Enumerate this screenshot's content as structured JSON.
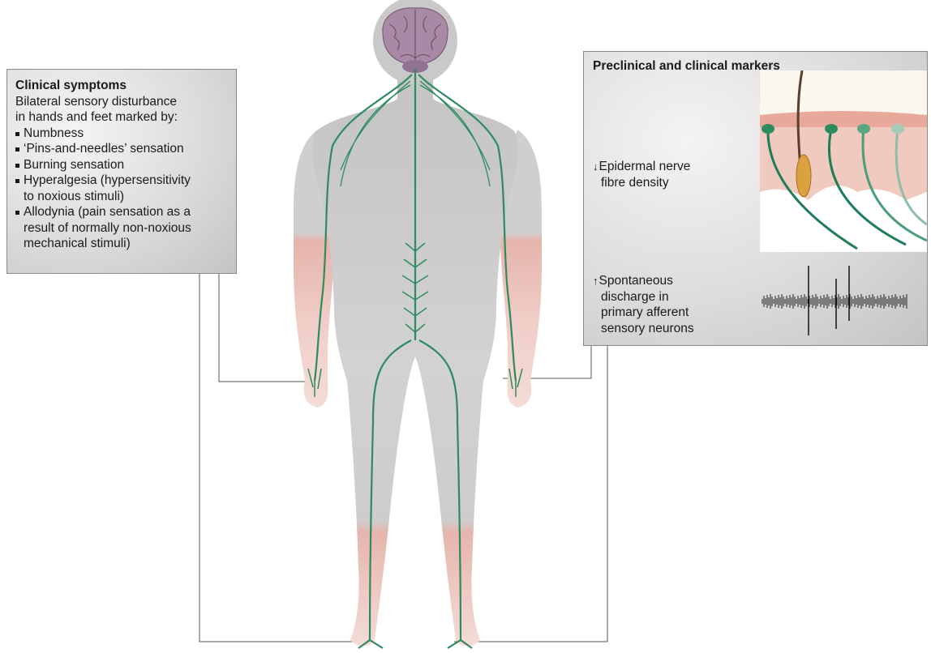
{
  "clinical": {
    "title": "Clinical symptoms",
    "intro_line1": "Bilateral sensory disturbance",
    "intro_line2": "in hands and feet marked by:",
    "items": [
      [
        "Numbness"
      ],
      [
        "‘Pins-and-needles’ sensation"
      ],
      [
        "Burning sensation"
      ],
      [
        "Hyperalgesia (hypersensitivity",
        "to noxious stimuli)"
      ],
      [
        "Allodynia (pain sensation as a",
        "result of normally non-noxious",
        "mechanical stimuli)"
      ]
    ]
  },
  "markers": {
    "title": "Preclinical and clinical markers",
    "marker1": {
      "arrow": "↓",
      "line1": "Epidermal nerve",
      "line2": "fibre density"
    },
    "marker2": {
      "arrow": "↑",
      "line1": "Spontaneous",
      "line2": "discharge in",
      "line3": "primary afferent",
      "line4": "sensory neurons"
    }
  },
  "colors": {
    "nerve": "#2e8b5f",
    "body": "#c9c9c9",
    "affected": "#e6b7ae",
    "brain": "#a98aa6"
  }
}
